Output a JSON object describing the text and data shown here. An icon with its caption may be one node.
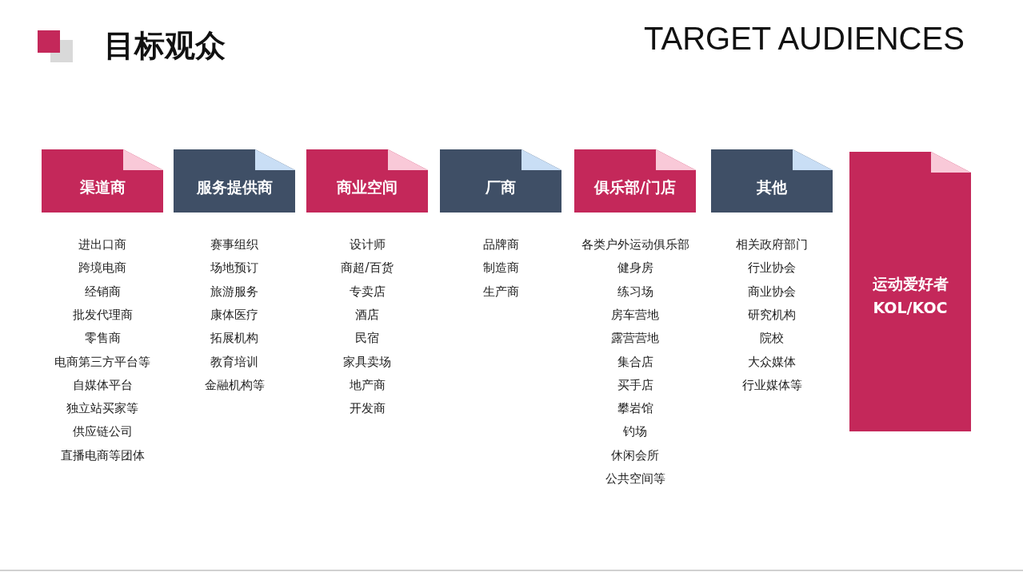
{
  "diagram": {
    "title": "目标观众",
    "nodes": [
      {
        "text": [
          "渠道商"
        ],
        "beside": [
          "进出口商",
          "跨境电商",
          "经销商",
          "批发代理商",
          "零售商",
          "电商第三方平台等",
          "自媒体平台",
          "独立站买家等",
          "供应链公司",
          "直播电商等团体"
        ]
      },
      {
        "text": [
          "服务提供商"
        ],
        "beside": [
          "赛事组织",
          "场地预订",
          "旅游服务",
          "康体医疗",
          "拓展机构",
          "教育培训",
          "金融机构等"
        ]
      },
      {
        "text": [
          "商业空间"
        ],
        "beside": [
          "设计师",
          "商超/百货",
          "专卖店",
          "酒店",
          "民宿",
          "家具卖场",
          "地产商",
          "开发商"
        ]
      },
      {
        "text": [
          "厂商"
        ],
        "beside": [
          "品牌商",
          "制造商",
          "生产商"
        ]
      },
      {
        "text": [
          "俱乐部/门店"
        ],
        "beside": [
          "各类户外运动俱乐部",
          "健身房",
          "练习场",
          "房车营地",
          "露营营地",
          "集合店",
          "买手店",
          "攀岩馆",
          "钓场",
          "休闲会所",
          "公共空间等"
        ]
      },
      {
        "text": [
          "其他"
        ],
        "beside": [
          "相关政府部门",
          "行业协会",
          "商业协会",
          "研究机构",
          "院校",
          "大众媒体",
          "行业媒体等"
        ]
      },
      {
        "text": [
          "运动爱好者",
          "KOL/KOC"
        ]
      }
    ],
    "labels": [
      "TARGET AUDIENCES"
    ]
  }
}
